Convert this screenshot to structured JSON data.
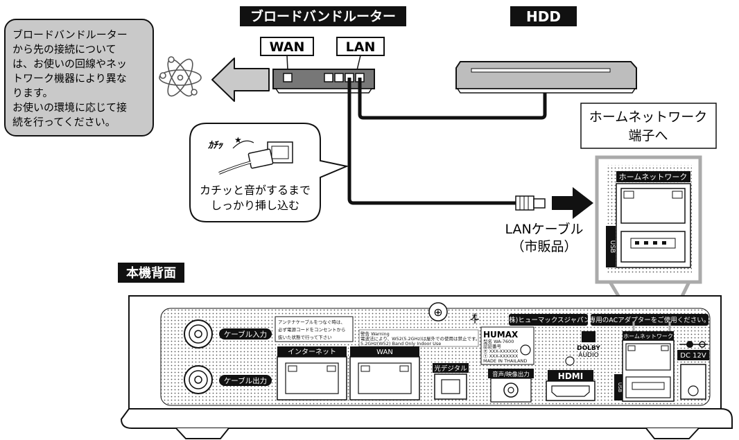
{
  "title_router": "ブロードバンドルーター",
  "title_hdd": "HDD",
  "port_wan": "WAN",
  "port_lan": "LAN",
  "note_box": {
    "lines": [
      "ブロードバンドルーター",
      "から先の接続について",
      "は、お使いの回線やネッ",
      "トワーク機器により異な",
      "ります。",
      "お使いの環境に応じて接",
      "続を行ってください。"
    ]
  },
  "click_bubble": {
    "sound": "ｶﾁｯ",
    "lines": [
      "カチッと音がするまで",
      "しっかり挿し込む"
    ]
  },
  "home_network_callout": {
    "lines": [
      "ホームネットワーク",
      "端子へ"
    ]
  },
  "lan_cable": {
    "lines": [
      "LANケーブル",
      "（市販品）"
    ]
  },
  "rear_title": "本機背面",
  "zoom_port": {
    "label": "ホームネットワーク",
    "usb": "USB"
  },
  "rear_panel": {
    "cable_in": "ケーブル入力",
    "cable_out": "ケーブル出力",
    "antenna_note": [
      "アンテナケーブルをつなぐ時は、",
      "必ず電源コードをコンセントから",
      "抜いた状態で行って下さい"
    ],
    "warning": [
      "警告 Warning",
      "電波法により、W52(5.2GHz)は屋外での使用は禁止です。",
      "5.2GHz(W52) Band Only Indoor Use"
    ],
    "brand": "HUMAX",
    "model_lines": [
      "型名 WA-7600",
      "認証番号",
      "Ⓡ XXX-XXXXXX",
      "Ⓣ XXX-XXXXXX",
      "MADE IN THAILAND"
    ],
    "vendor": "(株)ヒューマックスジャパン",
    "adapter": "専用のACアダプターをご使用ください。",
    "internet": "インターネット",
    "wan": "WAN",
    "optical": "光デジタル",
    "av_out": "音声/映像出力",
    "hdmi": "HDMI",
    "dolby": [
      "DOLBY",
      "AUDIO"
    ],
    "home_network": "ホームネットワーク",
    "usb": "USB",
    "dc": "DC 12V"
  }
}
